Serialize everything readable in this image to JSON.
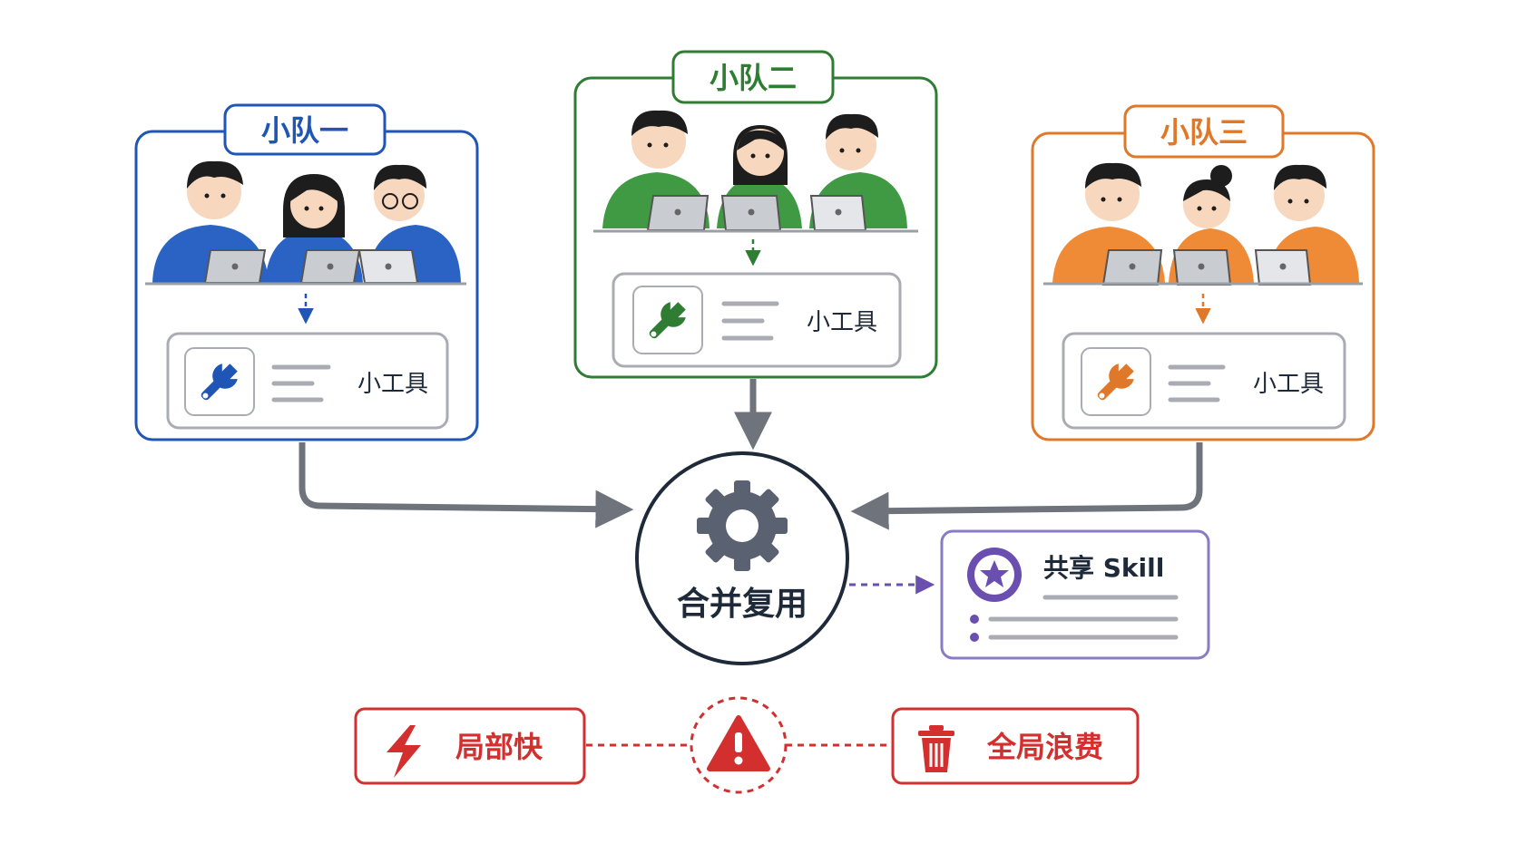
{
  "teams": [
    {
      "label": "小队一",
      "tool_label": "小工具",
      "color": "#1f55b4",
      "light": "#2a63c4"
    },
    {
      "label": "小队二",
      "tool_label": "小工具",
      "color": "#2e7d32",
      "light": "#3f9a43"
    },
    {
      "label": "小队三",
      "tool_label": "小工具",
      "color": "#e0782a",
      "light": "#ef8a36"
    }
  ],
  "hub": {
    "label": "合并复用",
    "icon": "gear-icon"
  },
  "shared": {
    "label": "共享 Skill",
    "icon": "star-icon",
    "color": "#6a4fb0"
  },
  "bottom": {
    "left": {
      "label": "局部快",
      "icon": "lightning-icon"
    },
    "center": {
      "icon": "warning-icon"
    },
    "right": {
      "label": "全局浪费",
      "icon": "trash-icon"
    },
    "color": "#d32f2f"
  },
  "colors": {
    "arrow": "#6f747c",
    "ink": "#1e2a3a",
    "desk": "#9aa0a6",
    "laptop": "#c9ccd1",
    "skin": "#f7d7bd",
    "hair": "#1d1d1d"
  }
}
